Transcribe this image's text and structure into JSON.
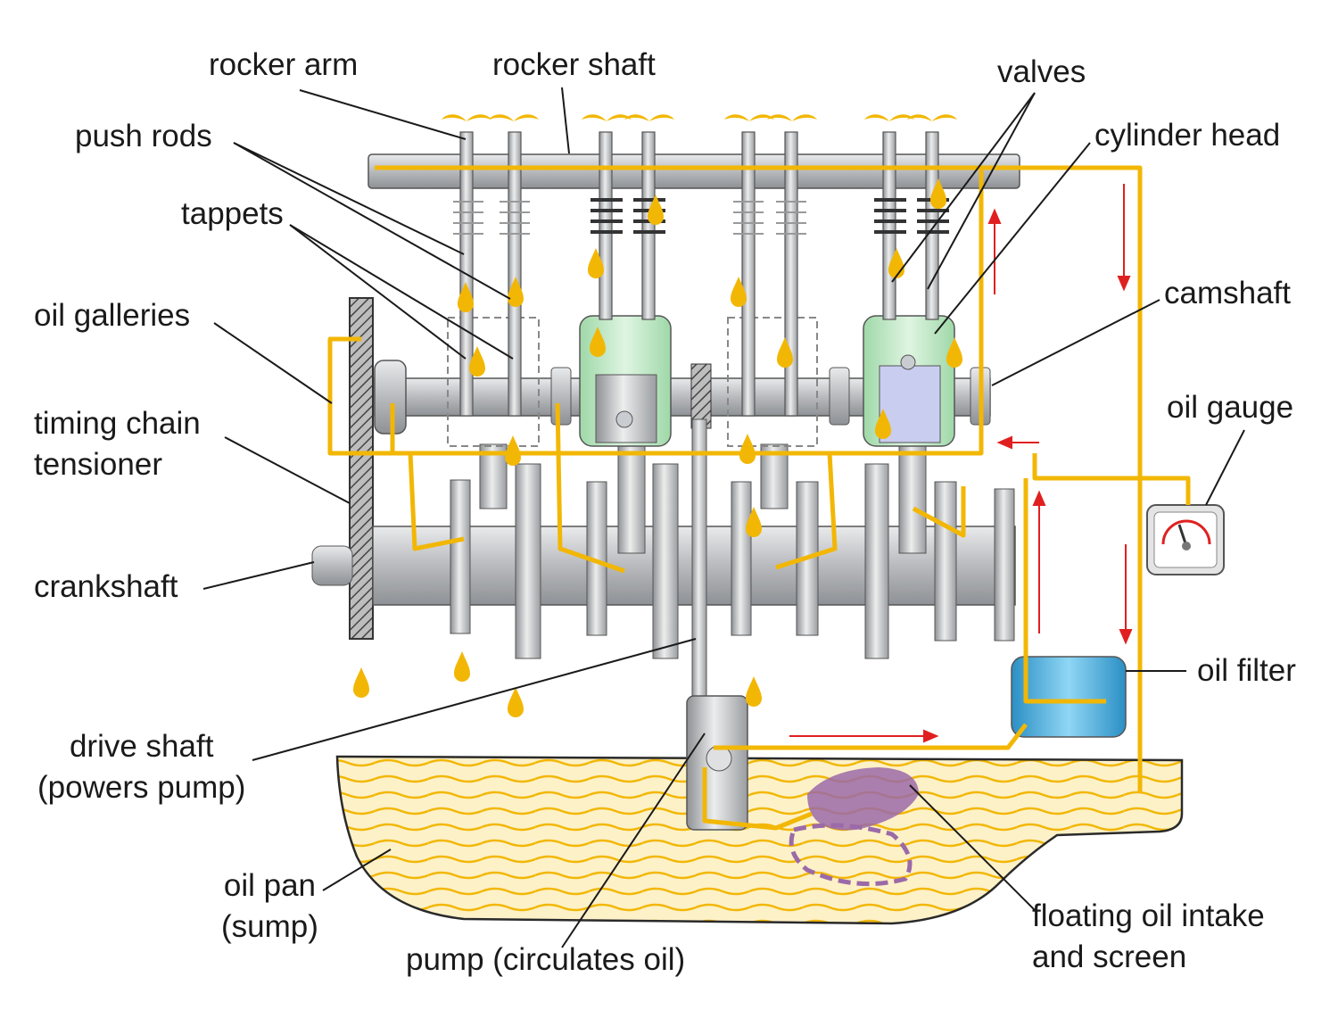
{
  "labels": {
    "rocker_arm": "rocker arm",
    "rocker_shaft": "rocker shaft",
    "valves": "valves",
    "cylinder_head": "cylinder head",
    "push_rods": "push rods",
    "tappets": "tappets",
    "camshaft": "camshaft",
    "oil_galleries": "oil galleries",
    "timing_chain_tensioner": [
      "timing chain",
      "tensioner"
    ],
    "oil_gauge": "oil gauge",
    "crankshaft": "crankshaft",
    "oil_filter": "oil filter",
    "drive_shaft": [
      "drive shaft",
      "(powers pump)"
    ],
    "oil_pan": [
      "oil pan",
      "(sump)"
    ],
    "pump": "pump (circulates oil)",
    "floating_intake": [
      "floating oil intake",
      "and screen"
    ]
  },
  "colors": {
    "oil": "#f2b705",
    "oil_pan_fill": "#fdf0c2",
    "metal": "#b8babd",
    "metal_dark": "#7d8084",
    "cylinder": "#bfe8c4",
    "filter": "#4bb8e8",
    "intake": "#9b6aa8",
    "flow_arrow": "#e02020",
    "leader": "#1a1a1a"
  },
  "icons": [
    "oil-drop-icon",
    "flow-arrow-icon",
    "gauge-dial-icon"
  ]
}
